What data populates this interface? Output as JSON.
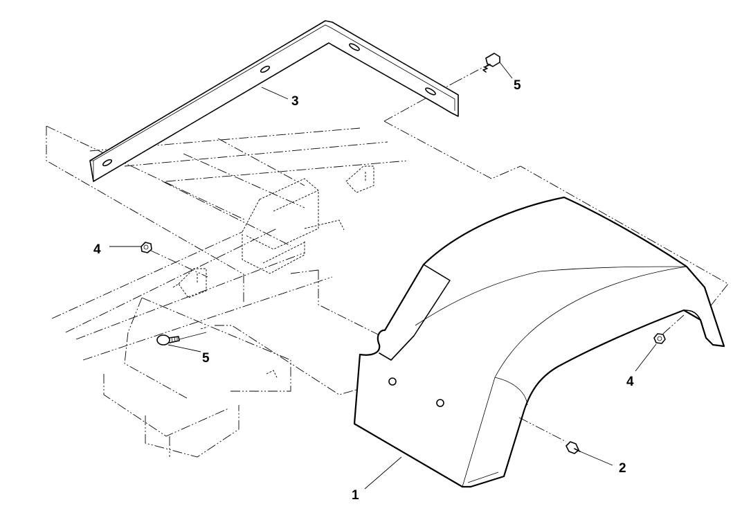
{
  "callouts": {
    "fender": "1",
    "bolt_front": "2",
    "bracket": "3",
    "nut_left": "4",
    "nut_right": "4",
    "bolt_top": "5",
    "bolt_mid": "5"
  }
}
